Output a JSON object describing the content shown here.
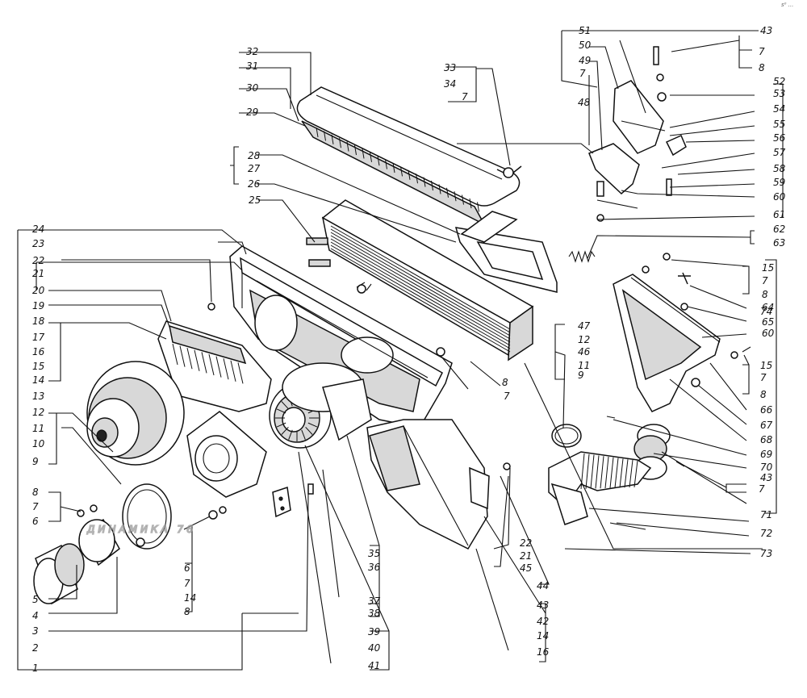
{
  "watermark": "ДИНАМИКА 76",
  "corner_mark": "s⁰ ...",
  "callouts": [
    "1",
    "2",
    "3",
    "4",
    "5",
    "6",
    "7",
    "8",
    "9",
    "10",
    "11",
    "12",
    "13",
    "14",
    "15",
    "16",
    "17",
    "18",
    "19",
    "20",
    "21",
    "22",
    "23",
    "24",
    "25",
    "26",
    "27",
    "28",
    "29",
    "30",
    "31",
    "32",
    "33",
    "34",
    "35",
    "36",
    "37",
    "38",
    "39",
    "40",
    "41",
    "42",
    "43",
    "44",
    "45",
    "46",
    "47",
    "48",
    "49",
    "50",
    "51",
    "52",
    "53",
    "54",
    "55",
    "56",
    "57",
    "58",
    "59",
    "60",
    "61",
    "62",
    "63",
    "64",
    "65",
    "66",
    "67",
    "68",
    "69",
    "70",
    "71",
    "72",
    "73",
    "74"
  ]
}
